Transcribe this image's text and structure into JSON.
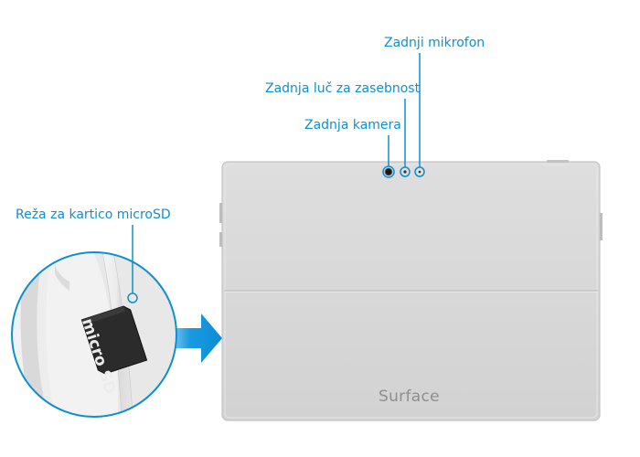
{
  "labels": {
    "rear_microphone": "Zadnji mikrofon",
    "privacy_light": "Zadnja luč za zasebnost",
    "rear_camera": "Zadnja kamera",
    "microsd_slot": "Reža za kartico microSD"
  },
  "device": {
    "brand_logo": "Surface",
    "card_logo": "micro SD"
  },
  "colors": {
    "accent": "#0f8fd0",
    "device_body": "#d8d8d8",
    "arrow": "#1197dc"
  }
}
